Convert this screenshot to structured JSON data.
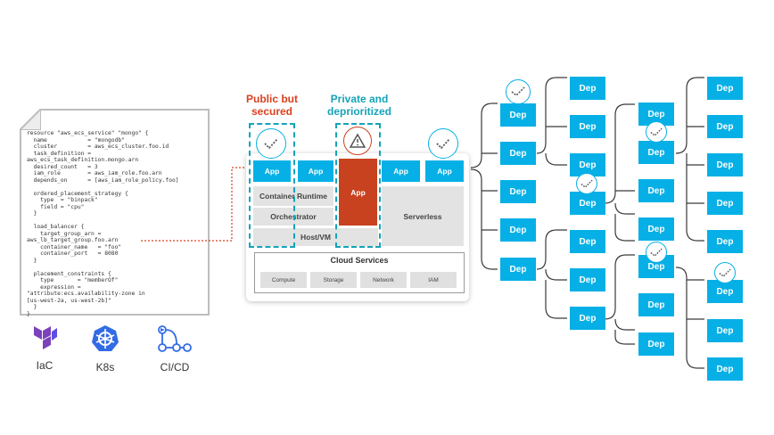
{
  "code_lines": [
    "resource \"aws_ecs_service\" \"mongo\" {",
    "  name            = \"mongodb\"",
    "  cluster         = aws_ecs_cluster.foo.id",
    "  task_definition =",
    "aws_ecs_task_definition.mongo.arn",
    "  desired_count   = 3",
    "  iam_role        = aws_iam_role.foo.arn",
    "  depends_on      = [aws_iam_role_policy.foo]",
    "",
    "  ordered_placement_strategy {",
    "    type  = \"binpack\"",
    "    field = \"cpu\"",
    "  }",
    "",
    "  load_balancer {",
    "    target_group_arn =",
    "aws_lb_target_group.foo.arn",
    "    container_name   = \"foo\"",
    "    container_port   = 8080",
    "  }",
    "",
    "  placement_constraints {",
    "    type       = \"memberOf\"",
    "    expression =",
    "\"attribute:ecs.availability-zone in",
    "[us-west-2a, us-west-2b]\"",
    "  }",
    "}"
  ],
  "tools": [
    {
      "label": "IaC",
      "icon": "terraform-icon"
    },
    {
      "label": "K8s",
      "icon": "kubernetes-icon"
    },
    {
      "label": "CI/CD",
      "icon": "cicd-pipeline-icon"
    }
  ],
  "annotations": {
    "public": "Public but secured",
    "private": "Private and deprioritized"
  },
  "stack": {
    "app_label": "App",
    "container_runtime": "Container Runtime",
    "orchestrator": "Orchestrator",
    "host_vm": "Host/VM",
    "serverless": "Serverless",
    "cloud_services": "Cloud Services",
    "services": [
      "Compute",
      "Storage",
      "Network",
      "IAM"
    ]
  },
  "dep_label": "Dep",
  "colors": {
    "accent_blue": "#06b0e6",
    "public_red": "#d9401e",
    "private_teal": "#15a3b8",
    "app_red": "#c8421f",
    "gray_block": "#e3e3e3"
  }
}
